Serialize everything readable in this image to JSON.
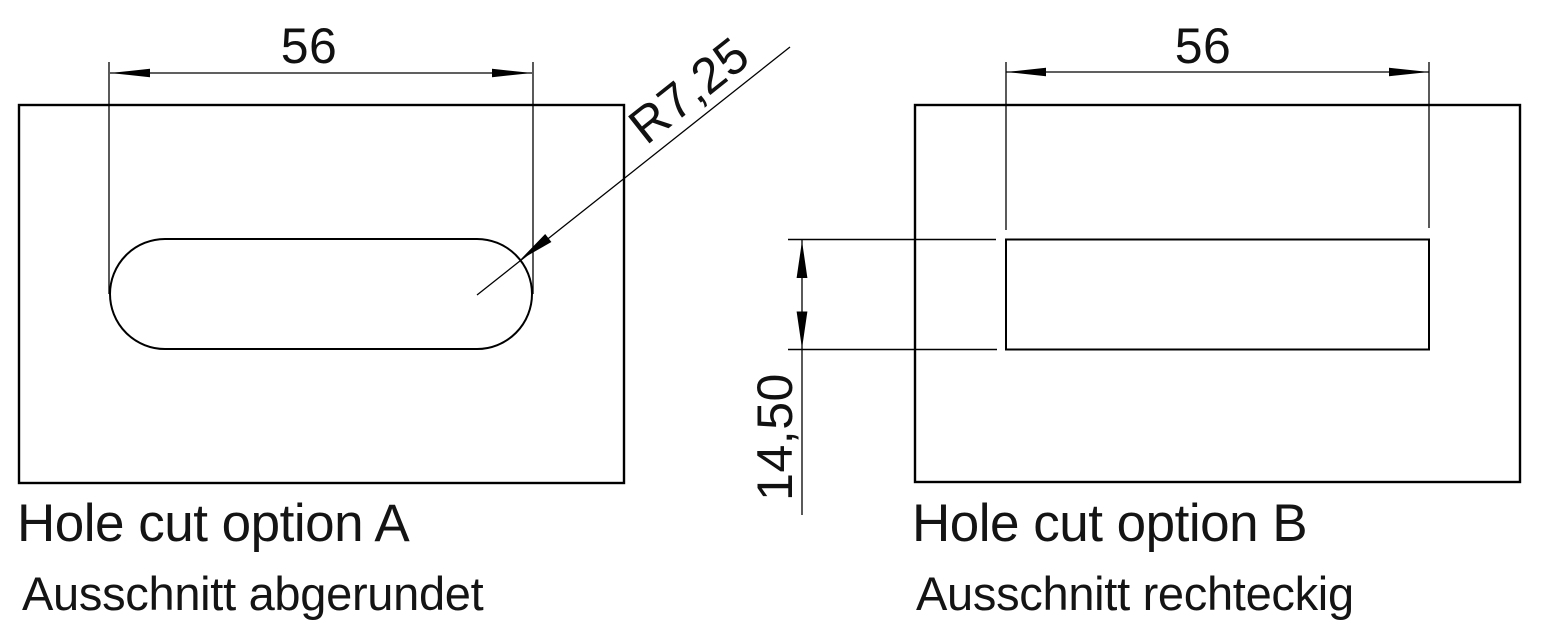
{
  "page": {
    "background_color": "#ffffff",
    "line_color": "#000000"
  },
  "drawings": [
    {
      "title": "Hole cut option A",
      "subtitle": "Ausschnitt abgerundet",
      "width_dim": {
        "label": "56"
      },
      "radius_dim": {
        "label": "R7,25"
      }
    },
    {
      "title": "Hole cut option B",
      "subtitle": "Ausschnitt rechteckig",
      "width_dim": {
        "label": "56"
      },
      "height_dim": {
        "label": "14,50"
      }
    }
  ]
}
